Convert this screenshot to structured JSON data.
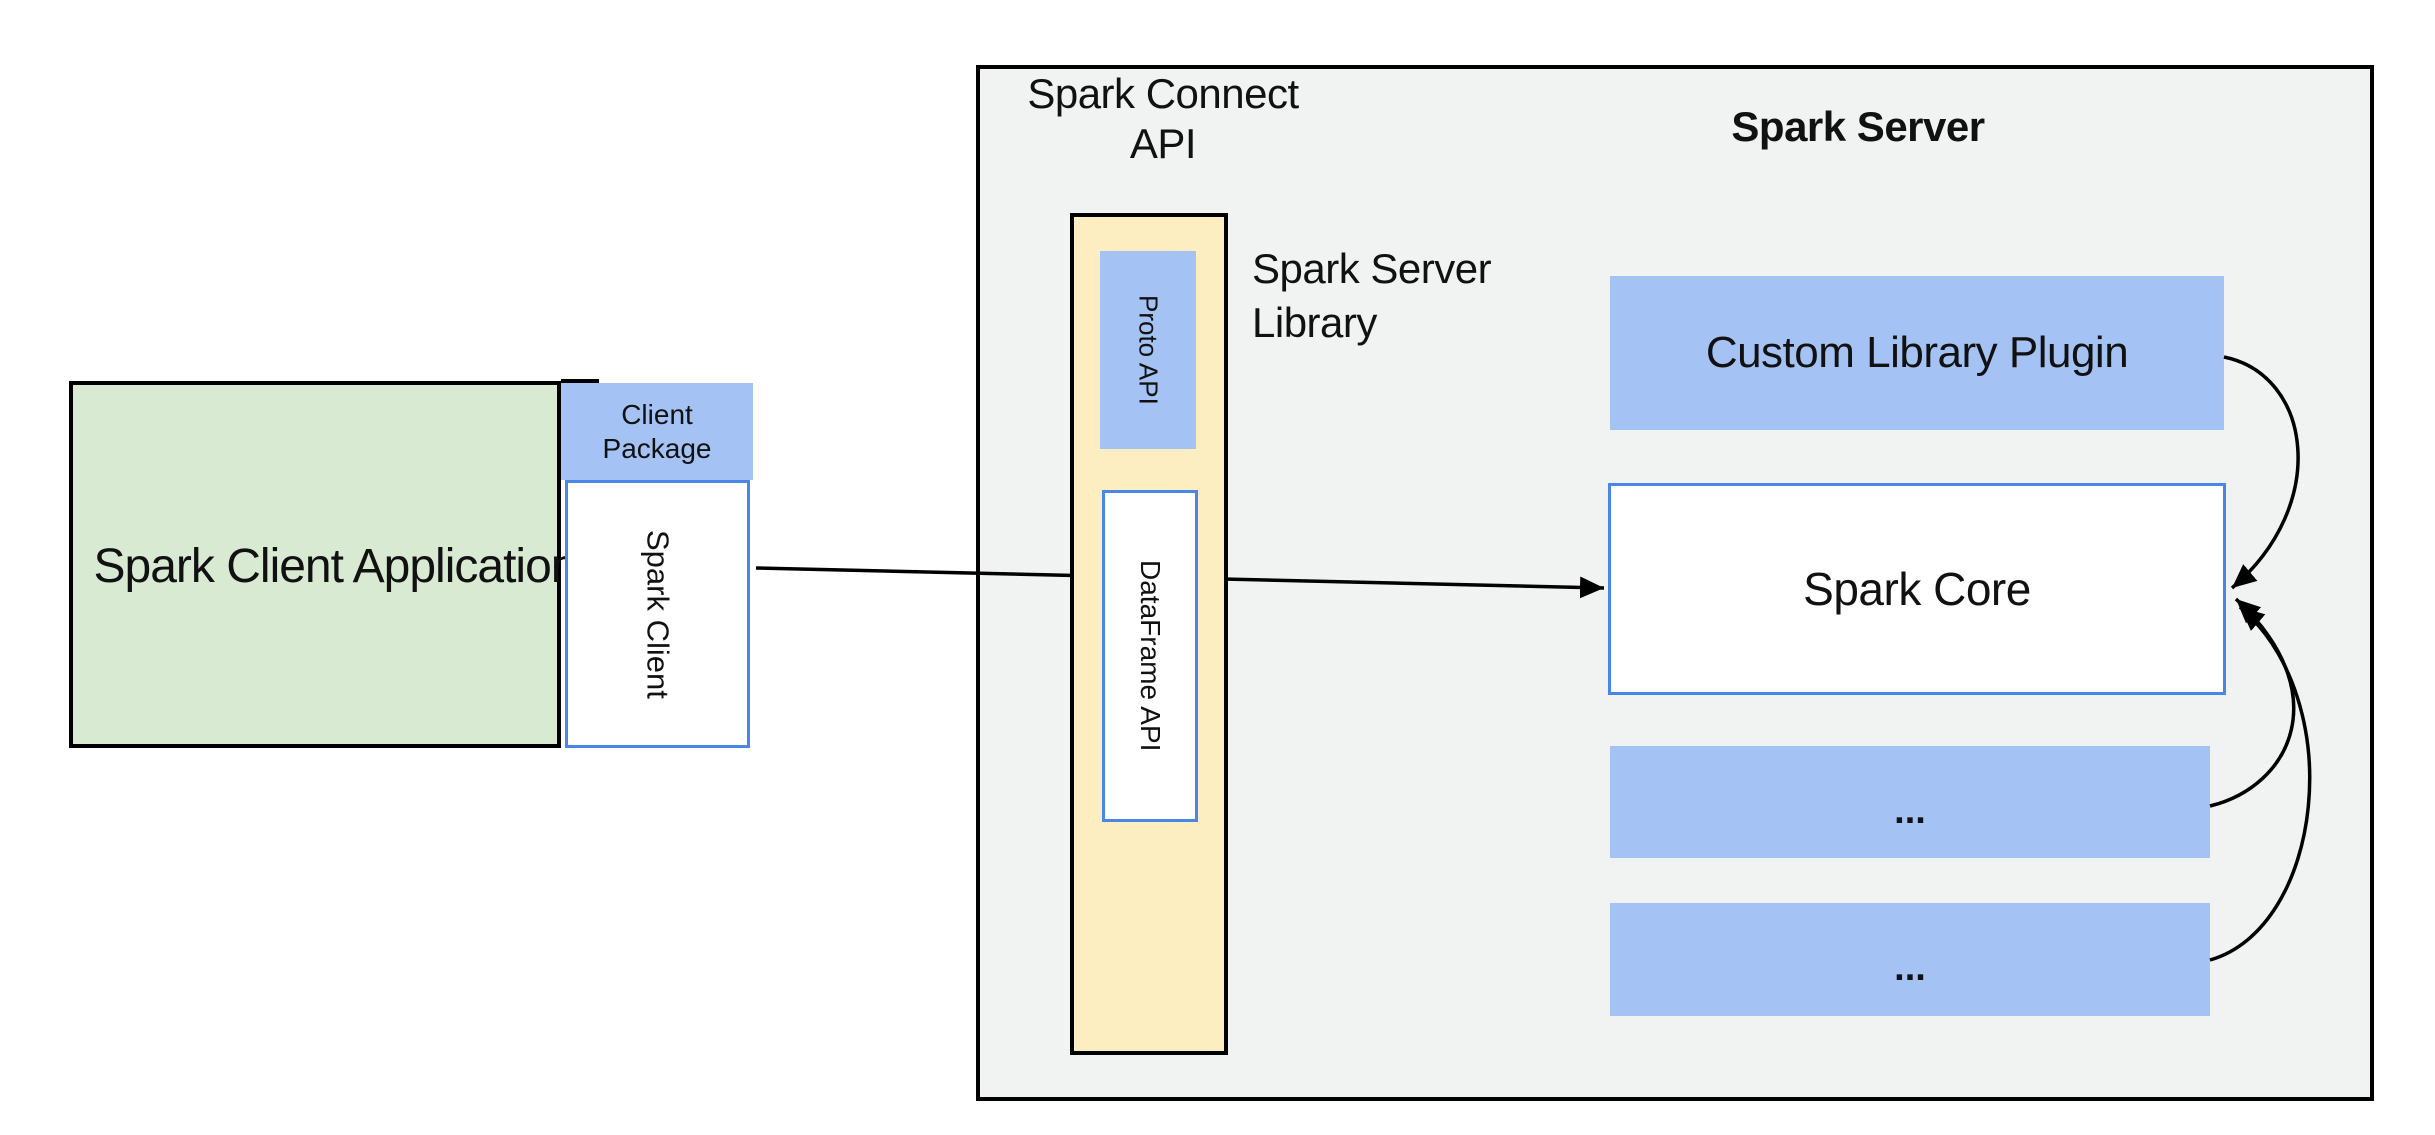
{
  "colors": {
    "green_fill": "#d9ead3",
    "blue_fill": "#a4c2f4",
    "yellow_fill": "#fdeec2",
    "blue_border": "#4a86e8",
    "gray_fill": "#f1f2f2",
    "line": "#000000"
  },
  "client": {
    "application_label": "Spark Client Application",
    "package_label": "Client Package",
    "client_lib_label": "Spark Client"
  },
  "connect_api": {
    "title": "Spark Connect API",
    "proto_api_label": "Proto API",
    "dataframe_api_label": "DataFrame API",
    "server_library_label": "Spark Server Library"
  },
  "spark_server": {
    "title": "Spark Server",
    "plugin_label": "Custom Library Plugin",
    "core_label": "Spark Core",
    "extra_modules": [
      "...",
      "..."
    ]
  }
}
